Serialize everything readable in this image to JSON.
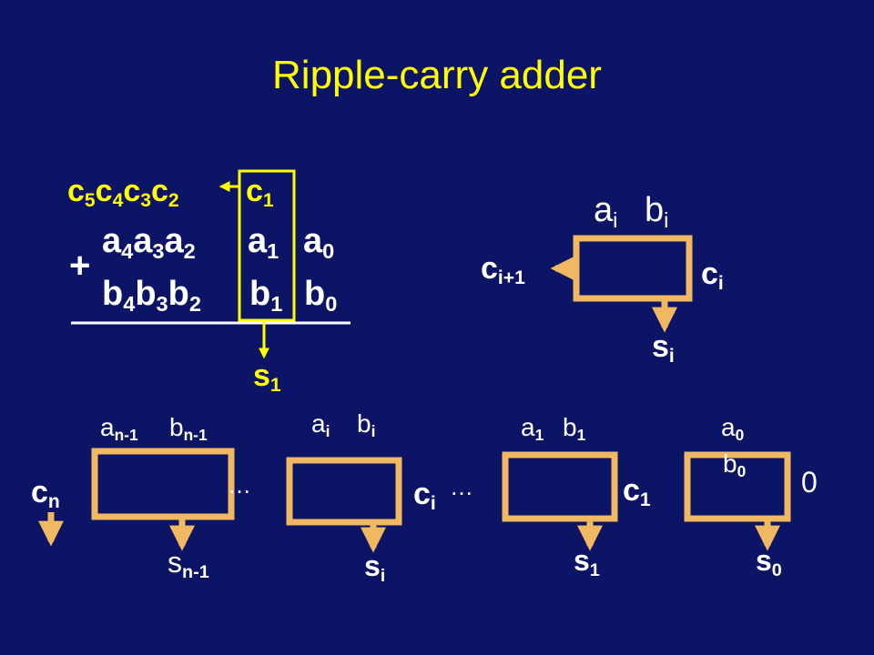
{
  "title": "Ripple-carry adder",
  "sum": {
    "carry_row": [
      {
        "base": "c",
        "sub": "5"
      },
      {
        "base": "c",
        "sub": "4"
      },
      {
        "base": "c",
        "sub": "3"
      },
      {
        "base": "c",
        "sub": "2"
      },
      {
        "base": "c",
        "sub": "1"
      }
    ],
    "a_row": [
      {
        "base": "a",
        "sub": "4"
      },
      {
        "base": "a",
        "sub": "3"
      },
      {
        "base": "a",
        "sub": "2"
      },
      {
        "base": "a",
        "sub": "1"
      },
      {
        "base": "a",
        "sub": "0"
      }
    ],
    "b_row": [
      {
        "base": "b",
        "sub": "4"
      },
      {
        "base": "b",
        "sub": "3"
      },
      {
        "base": "b",
        "sub": "2"
      },
      {
        "base": "b",
        "sub": "1"
      },
      {
        "base": "b",
        "sub": "0"
      }
    ],
    "plus": "+",
    "result": {
      "base": "s",
      "sub": "1"
    }
  },
  "single_adder": {
    "a": {
      "base": "a",
      "sub": "i"
    },
    "b": {
      "base": "b",
      "sub": "i"
    },
    "cout": {
      "base": "c",
      "sub": "i+1"
    },
    "cin": {
      "base": "c",
      "sub": "i"
    },
    "s": {
      "base": "s",
      "sub": "i"
    }
  },
  "chain": {
    "cn": {
      "base": "c",
      "sub": "n"
    },
    "an1": {
      "base": "a",
      "sub": "n-1"
    },
    "bn1": {
      "base": "b",
      "sub": "n-1"
    },
    "sn1": {
      "base": "s",
      "sub": "n-1"
    },
    "ai": {
      "base": "a",
      "sub": "i"
    },
    "bi": {
      "base": "b",
      "sub": "i"
    },
    "ci": {
      "base": "c",
      "sub": "i"
    },
    "si": {
      "base": "s",
      "sub": "i"
    },
    "a1": {
      "base": "a",
      "sub": "1"
    },
    "b1": {
      "base": "b",
      "sub": "1"
    },
    "c1": {
      "base": "c",
      "sub": "1"
    },
    "s1": {
      "base": "s",
      "sub": "1"
    },
    "a0": {
      "base": "a",
      "sub": "0"
    },
    "b0": {
      "base": "b",
      "sub": "0"
    },
    "s0": {
      "base": "s",
      "sub": "0"
    },
    "carry_in": "0",
    "ellipsis": "…"
  },
  "colors": {
    "background": "#0c1466",
    "box": "#f0b860",
    "highlight": "#ffff00",
    "text": "#ffffff"
  }
}
